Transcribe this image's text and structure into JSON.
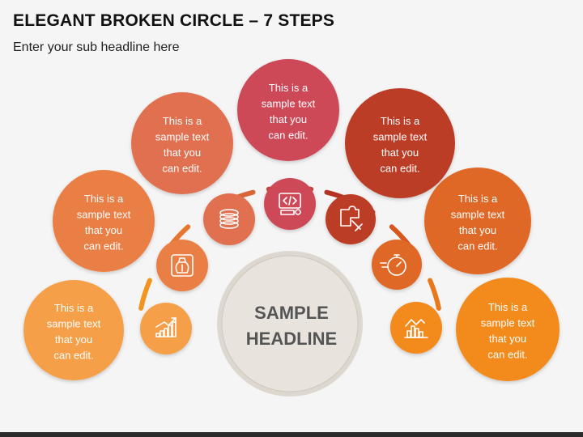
{
  "title": "ELEGANT BROKEN CIRCLE – 7 STEPS",
  "subtitle": "Enter your sub headline here",
  "center": {
    "line1": "SAMPLE",
    "line2": "HEADLINE"
  },
  "steps": [
    {
      "lines": [
        "This is a",
        "sample text",
        "that you",
        "can edit."
      ],
      "icon": "growth-chart-icon",
      "color": "#f5a04a"
    },
    {
      "lines": [
        "This is a",
        "sample text",
        "that you",
        "can edit."
      ],
      "icon": "money-bag-icon",
      "color": "#ea7f45"
    },
    {
      "lines": [
        "This is a",
        "sample text",
        "that you",
        "can edit."
      ],
      "icon": "coins-stack-icon",
      "color": "#e06f4f"
    },
    {
      "lines": [
        "This is a",
        "sample text",
        "that you",
        "can edit."
      ],
      "icon": "computer-code-icon",
      "color": "#cd4a58"
    },
    {
      "lines": [
        "This is a",
        "sample text",
        "that you",
        "can edit."
      ],
      "icon": "puzzle-hand-icon",
      "color": "#bc3c28"
    },
    {
      "lines": [
        "This is a",
        "sample text",
        "that you",
        "can edit."
      ],
      "icon": "stopwatch-icon",
      "color": "#e06828"
    },
    {
      "lines": [
        "This is a",
        "sample text",
        "that you",
        "can edit."
      ],
      "icon": "analytics-chart-icon",
      "color": "#f28a1e"
    }
  ]
}
